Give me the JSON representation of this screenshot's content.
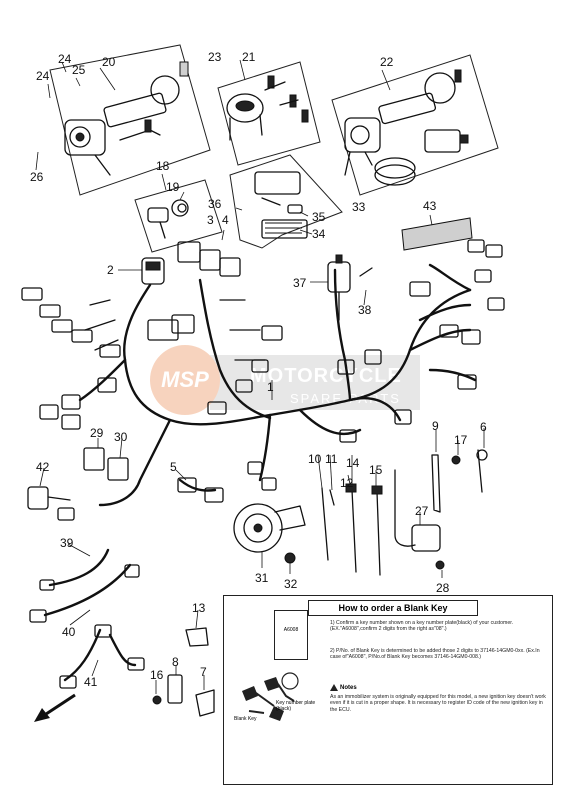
{
  "callouts": {
    "n2": "2",
    "n3": "3",
    "n4": "4",
    "n5": "5",
    "n6": "6",
    "n7": "7",
    "n8": "8",
    "n9": "9",
    "n10": "10",
    "n11": "11",
    "n12": "12",
    "n13": "13",
    "n14": "14",
    "n15": "15",
    "n16": "16",
    "n17": "17",
    "n18": "18",
    "n19": "19",
    "n20": "20",
    "n21": "21",
    "n22": "22",
    "n23": "23",
    "n24a": "24",
    "n24b": "24",
    "n25": "25",
    "n26": "26",
    "n27": "27",
    "n28": "28",
    "n29": "29",
    "n30": "30",
    "n31": "31",
    "n32": "32",
    "n33": "33",
    "n34": "34",
    "n35": "35",
    "n36": "36",
    "n37": "37",
    "n38": "38",
    "n39": "39",
    "n40": "40",
    "n41": "41",
    "n42": "42",
    "n43": "43"
  },
  "notes": {
    "title": "How to order a Blank Key",
    "plate_code": "A6008",
    "step1": "1) Confirm a key number shown on a key number plate(black) of your customer. (EX.\"A6008\",confirm 2 digits from the right as\"08\".)",
    "step2": "2) P/No. of Blank Key is determined to be added those 2 digits to 37146-14GM0-0xx. (Ex.In case of\"A6008\", P/No.of Blank Key becomes 37146-14GM0-008.)",
    "caution_label": "Notes",
    "caution": "As an immobilizer system is originally equipped for this model, a new ignition key doesn't work even if it is cut in a proper shape. It is necessary to register ID code of the new ignition key in the ECU.",
    "blank_key_label": "Blank Key",
    "key_plate_label": "Key number plate (black)"
  },
  "watermark": {
    "logo": "MSP",
    "line1": "MOTORCYCLE",
    "line2": "SPARE PARTS"
  }
}
